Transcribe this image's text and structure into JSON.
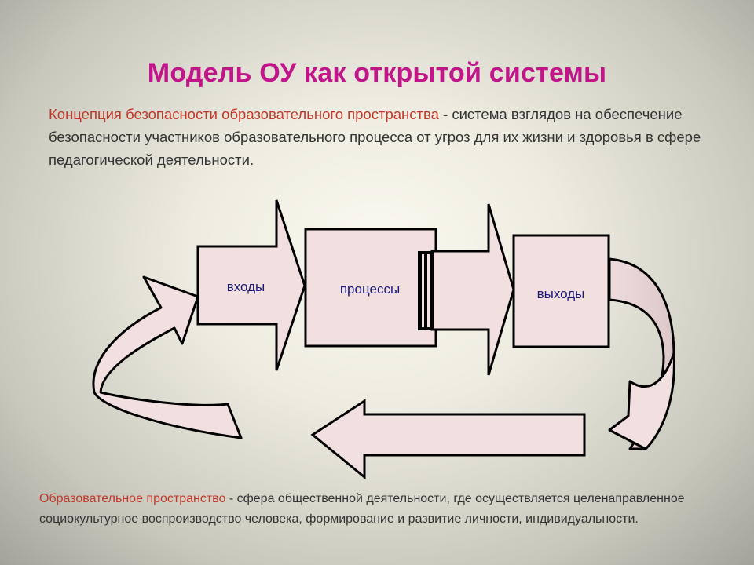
{
  "slide": {
    "title": "Модель ОУ как открытой системы",
    "concept": {
      "term": "Концепция безопасности образовательного пространства",
      "text": " - система взглядов на обеспечение безопасности участников образовательного процесса от угроз для их жизни и здоровья в сфере педагогической деятельности."
    },
    "definition": {
      "term": "Образовательное пространство",
      "text": "  - сфера общественной деятельности, где осуществляется целенаправленное социокультурное воспроизводство человека, формирование и развитие личности, индивидуальности."
    }
  },
  "diagram": {
    "nodes": {
      "inputs": "входы",
      "processes": "процессы",
      "outputs": "выходы"
    },
    "colors": {
      "shape_fill": "#f2dfe0",
      "shape_stroke": "#000000",
      "label": "#1a1a7a",
      "title": "#c0168a",
      "term": "#c0392b"
    }
  }
}
